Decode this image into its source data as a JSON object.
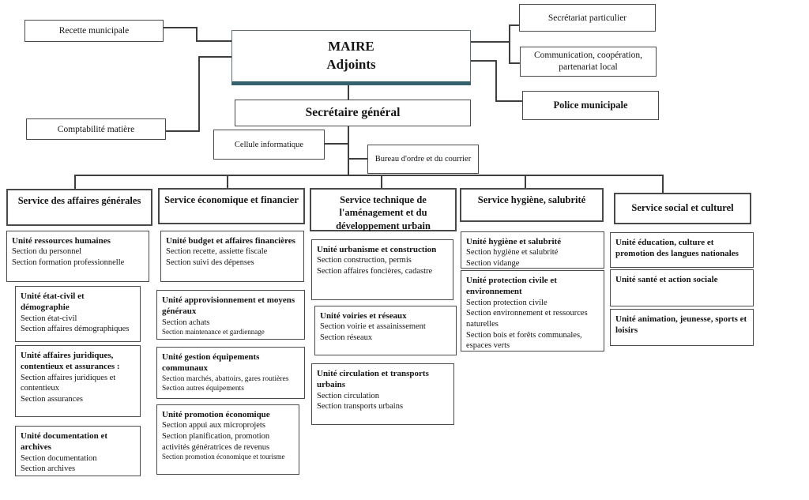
{
  "colors": {
    "border": "#4a4a4a",
    "line": "#3f3f3f",
    "maire_underline": "#35616f",
    "text": "#141414"
  },
  "top": {
    "recette": "Recette municipale",
    "comptabilite": "Comptabilité matière",
    "maire": "MAIRE",
    "adjoints": "Adjoints",
    "secretaire_general": "Secrétaire général",
    "cellule_informatique": "Cellule informatique",
    "bureau_ordre": "Bureau d'ordre et du courrier",
    "secretariat_particulier": "Secrétariat particulier",
    "communication": "Communication, coopération, partenariat local",
    "police_municipale": "Police municipale"
  },
  "services": [
    {
      "title": "Service des affaires générales",
      "units": [
        {
          "title": "Unité ressources humaines",
          "sections": [
            "Section du personnel",
            "Section formation professionnelle"
          ]
        },
        {
          "title": "Unité état-civil et démographie",
          "sections": [
            "Section état-civil",
            "Section affaires démographiques"
          ]
        },
        {
          "title": "Unité affaires juridiques, contentieux et assurances :",
          "sections": [
            "Section affaires juridiques et contentieux",
            "Section assurances"
          ]
        },
        {
          "title": "Unité documentation et archives",
          "sections": [
            "Section documentation",
            "Section archives"
          ]
        }
      ]
    },
    {
      "title": "Service économique et financier",
      "units": [
        {
          "title": "Unité budget et affaires financières",
          "sections": [
            "Section recette, assiette fiscale",
            "Section suivi des dépenses"
          ]
        },
        {
          "title": "Unité approvisionnement et moyens généraux",
          "sections": [
            "Section achats",
            "Section maintenance et gardiennage"
          ]
        },
        {
          "title": "Unité gestion équipements communaux",
          "sections": [
            "Section marchés, abattoirs, gares routières",
            "Section autres équipements"
          ]
        },
        {
          "title": "Unité promotion économique",
          "sections": [
            "Section appui aux microprojets",
            "Section planification, promotion activités génératrices de revenus",
            "Section promotion économique et tourisme"
          ]
        }
      ]
    },
    {
      "title": "Service technique de l'aménagement et du développement urbain",
      "units": [
        {
          "title": "Unité urbanisme et construction",
          "sections": [
            "Section construction, permis",
            "Section affaires foncières, cadastre"
          ]
        },
        {
          "title": "Unité voiries et réseaux",
          "sections": [
            "Section voirie et assainissement",
            "Section réseaux"
          ]
        },
        {
          "title": "Unité circulation et transports urbains",
          "sections": [
            "Section circulation",
            "Section transports urbains"
          ]
        }
      ]
    },
    {
      "title": "Service hygiène, salubrité",
      "units": [
        {
          "title": "Unité hygiène et salubrité",
          "sections": [
            "Section hygiène et salubrité",
            "Section vidange"
          ]
        },
        {
          "title": "Unité protection civile et environnement",
          "sections": [
            "Section protection civile",
            "Section environnement et ressources naturelles",
            "Section bois et forêts communales, espaces verts"
          ]
        }
      ]
    },
    {
      "title": "Service social et culturel",
      "units": [
        {
          "title": "Unité éducation, culture et promotion des langues nationales",
          "sections": []
        },
        {
          "title": "Unité santé et action sociale",
          "sections": []
        },
        {
          "title": "Unité animation, jeunesse, sports et loisirs",
          "sections": []
        }
      ]
    }
  ]
}
